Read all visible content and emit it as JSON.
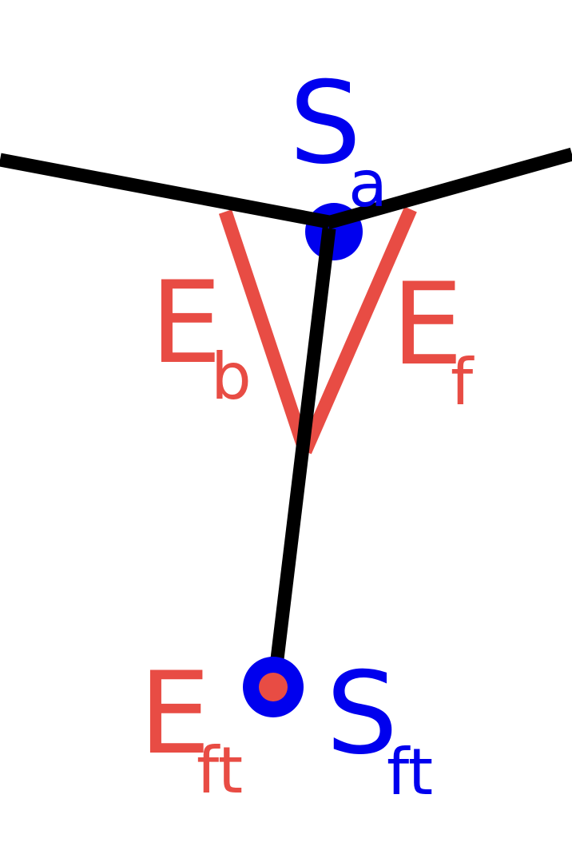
{
  "colors": {
    "background": "#ffffff",
    "edge": "#000000",
    "energy": "#e84c44",
    "state": "#0000ee"
  },
  "labels": {
    "s_a": {
      "main": "S",
      "sub": "a"
    },
    "e_b": {
      "main": "E",
      "sub": "b"
    },
    "e_f": {
      "main": "E",
      "sub": "f"
    },
    "e_ft": {
      "main": "E",
      "sub": "ft"
    },
    "s_ft": {
      "main": "S",
      "sub": "ft"
    }
  }
}
